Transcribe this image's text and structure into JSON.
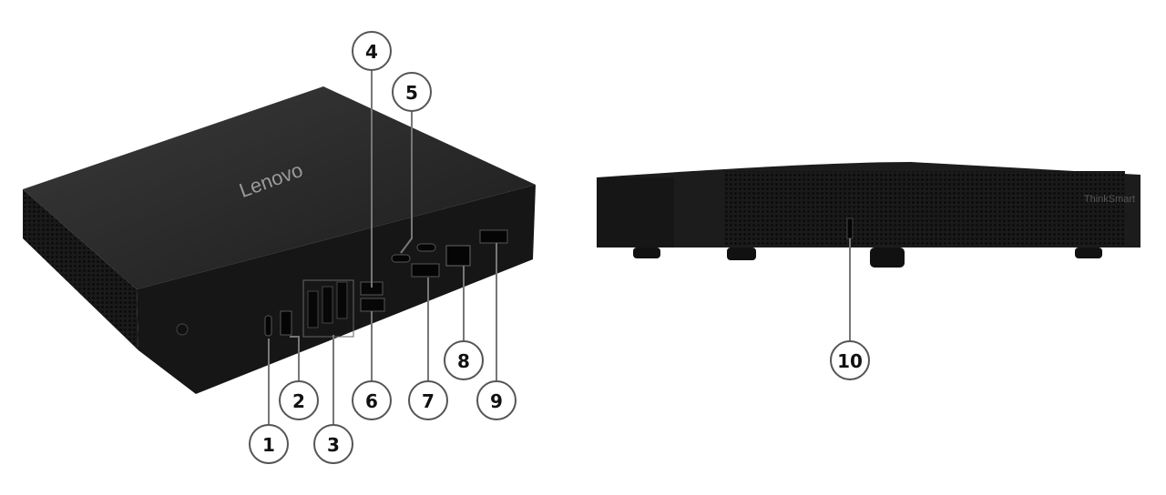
{
  "brand_logo": "Lenovo",
  "side_logo": "ThinkSmart",
  "callouts": [
    "1",
    "2",
    "3",
    "4",
    "5",
    "6",
    "7",
    "8",
    "9",
    "10"
  ],
  "colors": {
    "device": "#1e1e1e",
    "device_top": "#2a2a2a",
    "callout_stroke": "#555555"
  }
}
